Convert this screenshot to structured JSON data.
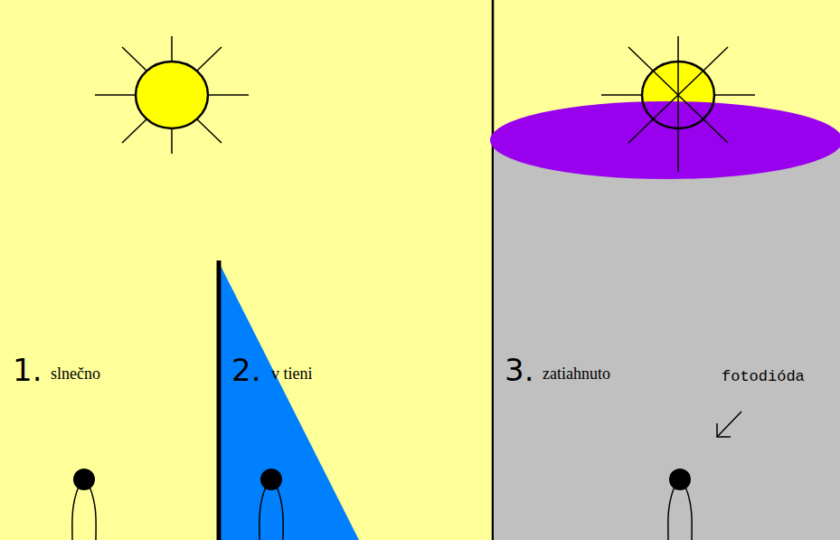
{
  "diagram": {
    "labels": [
      "1.",
      "slnečno",
      "2.",
      "v tieni",
      "3.",
      "zatiahnuto",
      "fotodióda"
    ]
  }
}
